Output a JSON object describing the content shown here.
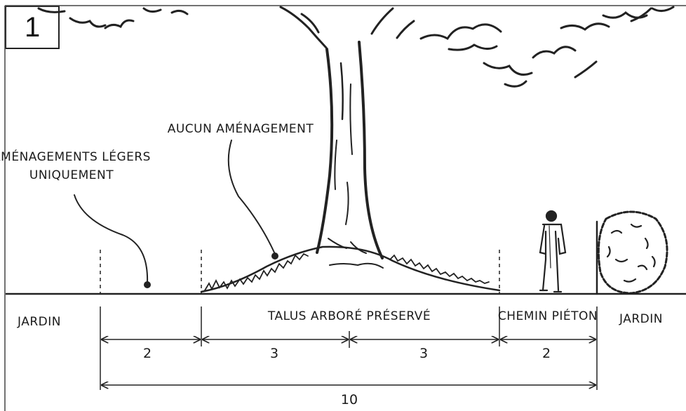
{
  "figure_number": "1",
  "annotations": {
    "light_only_line1": "AMÉNAGEMENTS LÉGERS",
    "light_only_line2": "UNIQUEMENT",
    "none": "AUCUN AMÉNAGEMENT"
  },
  "zones": {
    "garden_left": "JARDIN",
    "embankment": "TALUS ARBORÉ PRÉSERVÉ",
    "footpath": "CHEMIN PIÉTON",
    "garden_right": "JARDIN"
  },
  "dimensions": {
    "buffer": "2",
    "embankment_left": "3",
    "embankment_right": "3",
    "footpath": "2",
    "total": "10"
  }
}
